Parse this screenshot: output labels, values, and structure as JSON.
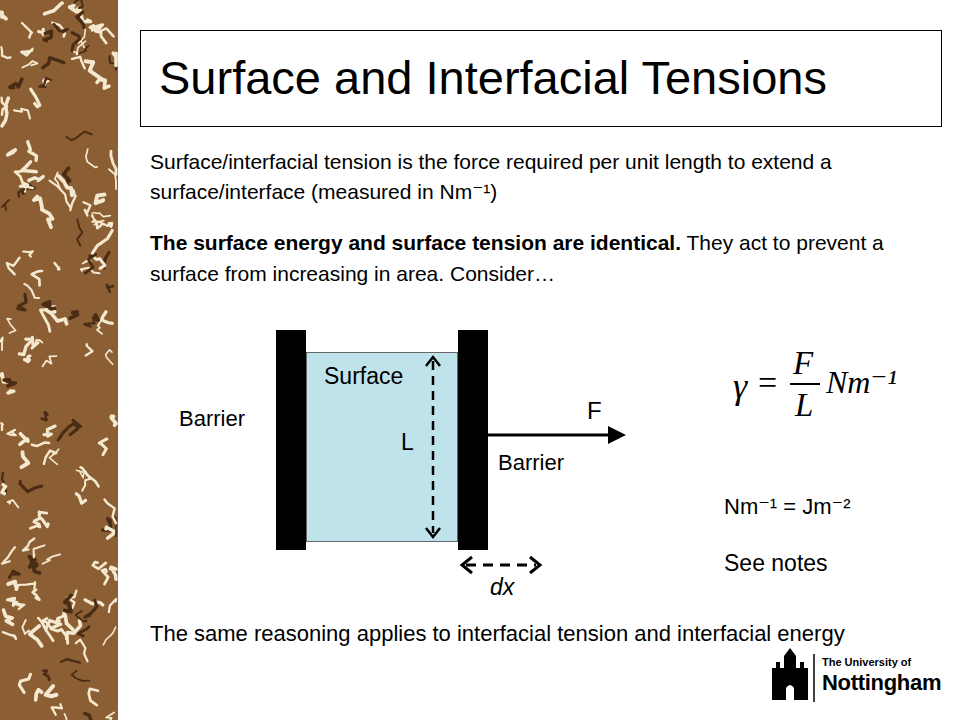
{
  "diagram": {
    "title": "Surface and Interfacial Tensions",
    "nodes": [
      {
        "text": [
          "Barrier"
        ]
      },
      {
        "text": [
          "Surface",
          "L"
        ]
      },
      {
        "text": [
          "Barrier"
        ]
      }
    ],
    "labels": [
      "Surface/interfacial tension is the force required per unit length to extend a surface/interface (measured in Nm⁻¹)",
      "The surface energy and surface tension are identical.",
      "They act to prevent a surface from increasing in area. Consider…",
      "F",
      "γ",
      "=",
      "F",
      "L",
      "Nm⁻¹",
      "Nm⁻¹ = Jm⁻²",
      "See notes",
      "dx",
      "The same reasoning applies to interfacial tension and interfacial energy",
      "The University of",
      "Nottingham"
    ]
  }
}
